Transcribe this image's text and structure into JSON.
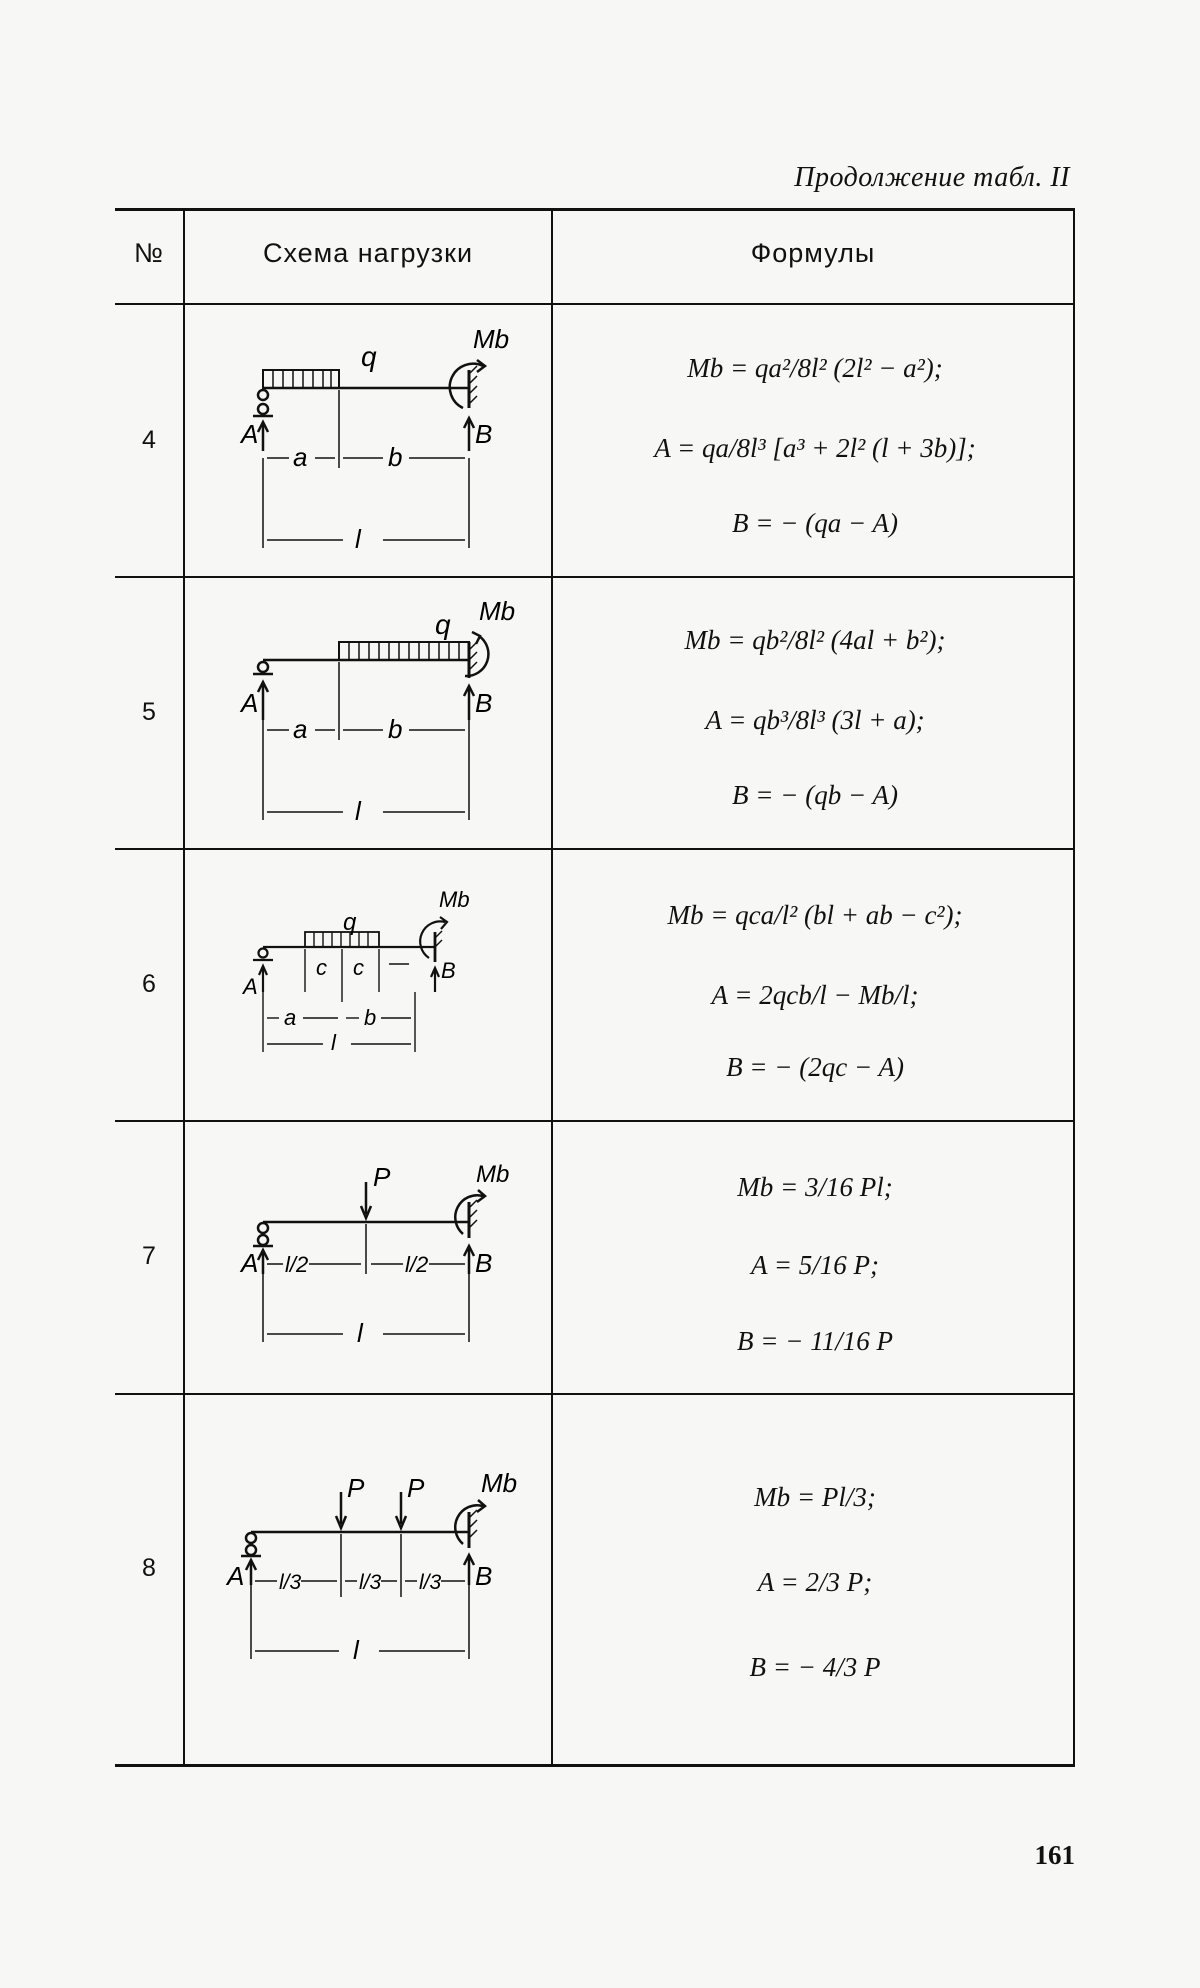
{
  "page_header": "Продолжение табл. II",
  "table": {
    "headers": {
      "number": "№",
      "scheme": "Схема нагрузки",
      "formulas": "Формулы"
    },
    "rows": [
      {
        "number": "4",
        "labels": {
          "load": "q",
          "moment": "Mb",
          "support_a": "A",
          "support_b": "B",
          "seg1": "a",
          "seg2": "b",
          "span": "l"
        },
        "formulas": [
          "Mb = qa²/8l² (2l² − a²);",
          "A = qa/8l³ [a³ + 2l² (l + 3b)];",
          "B = − (qa − A)"
        ]
      },
      {
        "number": "5",
        "labels": {
          "load": "q",
          "moment": "Mb",
          "support_a": "A",
          "support_b": "B",
          "seg1": "a",
          "seg2": "b",
          "span": "l"
        },
        "formulas": [
          "Mb = qb²/8l² (4al + b²);",
          "A = qb³/8l³ (3l + a);",
          "B = − (qb − A)"
        ]
      },
      {
        "number": "6",
        "labels": {
          "load": "q",
          "moment": "Mb",
          "support_a": "A",
          "support_b": "B",
          "seg1": "a",
          "seg2": "b",
          "half1": "c",
          "half2": "c",
          "span": "l"
        },
        "formulas": [
          "Mb = qca/l² (bl + ab − c²);",
          "A = 2qcb/l − Mb/l;",
          "B = − (2qc − A)"
        ]
      },
      {
        "number": "7",
        "labels": {
          "load": "P",
          "moment": "Mb",
          "support_a": "A",
          "support_b": "B",
          "seg1": "l/2",
          "seg2": "l/2",
          "span": "l"
        },
        "formulas": [
          "Mb = 3/16 Pl;",
          "A = 5/16 P;",
          "B = − 11/16 P"
        ]
      },
      {
        "number": "8",
        "labels": {
          "load1": "P",
          "load2": "P",
          "moment": "Mb",
          "support_a": "A",
          "support_b": "B",
          "seg1": "l/3",
          "seg2": "l/3",
          "seg3": "l/3",
          "span": "l"
        },
        "formulas": [
          "Mb = Pl/3;",
          "A = 2/3 P;",
          "B = − 4/3 P"
        ]
      }
    ]
  },
  "page_number": "161"
}
